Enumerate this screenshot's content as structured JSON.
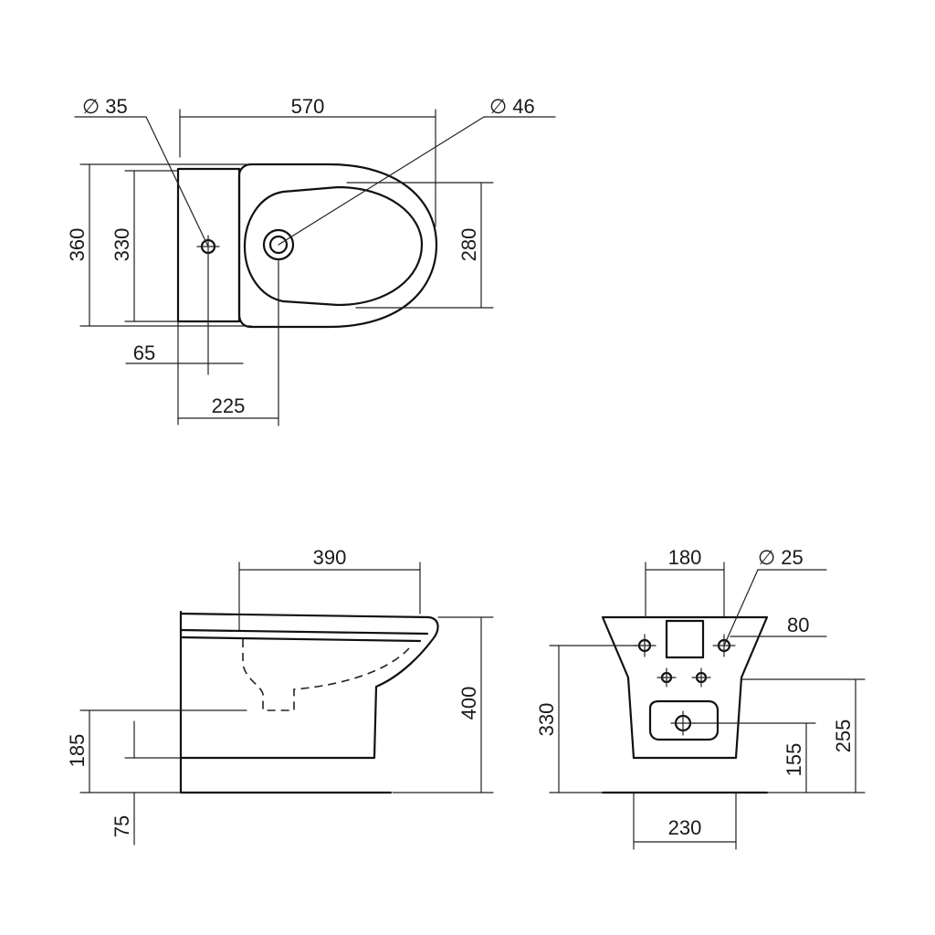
{
  "top_view": {
    "dia_35": "∅ 35",
    "dia_46": "∅ 46",
    "width_570": "570",
    "depth_360": "360",
    "depth_330": "330",
    "bowl_280": "280",
    "offset_65": "65",
    "offset_225": "225"
  },
  "side_view": {
    "length_390": "390",
    "height_400": "400",
    "height_185": "185",
    "height_75": "75"
  },
  "front_view": {
    "spacing_180": "180",
    "dia_25": "∅ 25",
    "dim_80": "80",
    "height_330": "330",
    "height_255": "255",
    "height_155": "155",
    "width_230": "230"
  }
}
